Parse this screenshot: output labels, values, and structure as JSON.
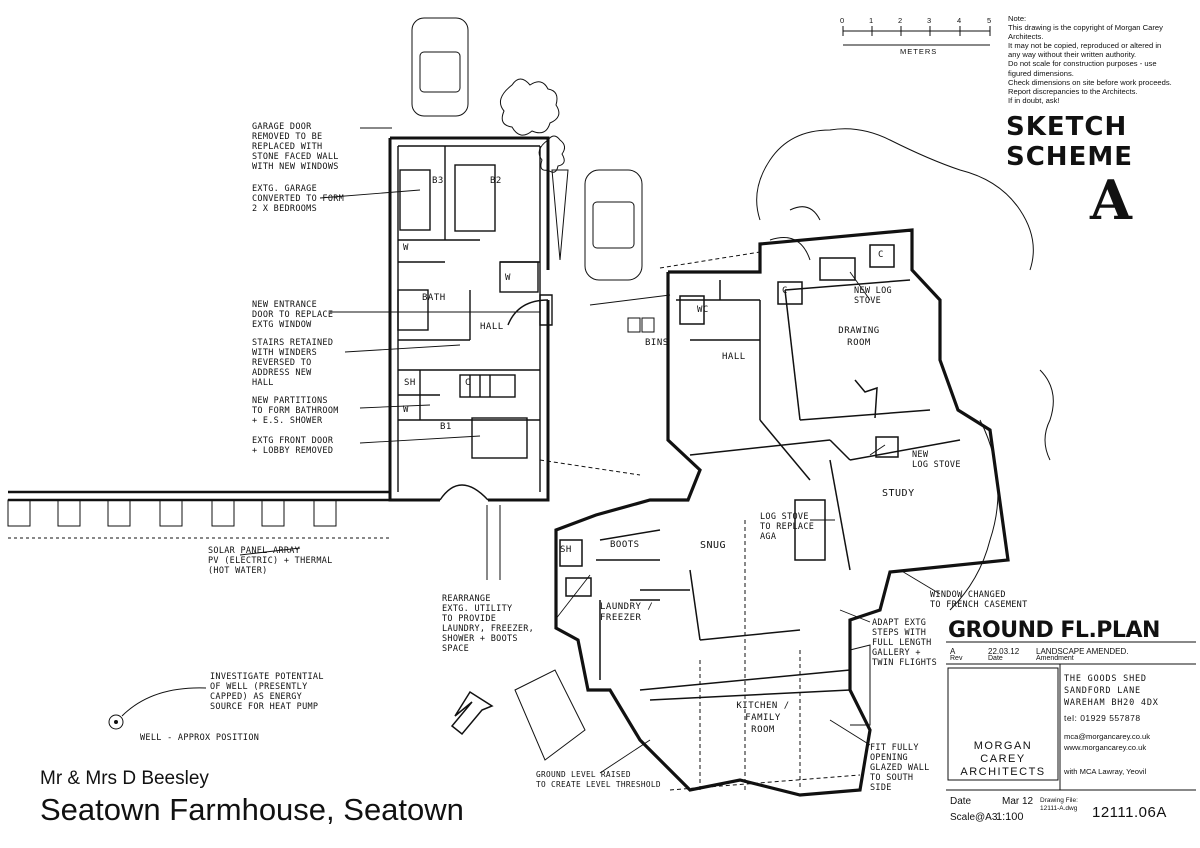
{
  "client": "Mr & Mrs D Beesley",
  "project": "Seatown Farmhouse, Seatown",
  "sheet_title": "GROUND FL.PLAN",
  "scheme_line1": "SKETCH",
  "scheme_line2": "SCHEME",
  "scheme_letter": "A",
  "scale_bar": {
    "ticks": [
      "0",
      "1",
      "2",
      "3",
      "4",
      "5"
    ],
    "unit": "METERS"
  },
  "copyright_note": [
    "Note:",
    "This drawing is the copyright of Morgan Carey",
    "Architects.",
    "It may not be copied, reproduced or altered in",
    "any way without their written authority.",
    "Do not scale for construction purposes - use",
    "figured dimensions.",
    "Check dimensions on site before work proceeds.",
    "Report discrepancies to the Architects.",
    "If in doubt, ask!"
  ],
  "revision": {
    "rev": "A",
    "date": "22.03.12",
    "amendment": "LANDSCAPE AMENDED.",
    "rev_label": "Rev",
    "date_label": "Date",
    "amendment_label": "Amendment"
  },
  "architect": {
    "name_lines": [
      "MORGAN",
      "CAREY",
      "ARCHITECTS"
    ],
    "address": [
      "THE GOODS SHED",
      "SANDFORD LANE",
      "WAREHAM BH20 4DX"
    ],
    "tel": "tel: 01929 557878",
    "email": "mca@morgancarey.co.uk",
    "web": "www.morgancarey.co.uk",
    "assoc": "with MCA Lawray, Yeovil"
  },
  "title_block": {
    "date_label": "Date",
    "date": "Mar 12",
    "scale_label": "Scale@A3",
    "scale": "1:100",
    "drawing_no": "12111.06A",
    "file_label": "Drawing File:",
    "file": "12111-A.dwg"
  },
  "rooms": {
    "b3": "B3",
    "b2": "B2",
    "b1": "B1",
    "w1": "W",
    "w2": "W",
    "w3": "W",
    "bath": "BATH",
    "hall_left": "HALL",
    "sh": "SH",
    "c_left": "C",
    "wc": "WC",
    "bins": "BINS",
    "hall": "HALL",
    "drawing_room": "DRAWING ROOM",
    "c1": "C",
    "c2": "C",
    "study": "STUDY",
    "snug": "SNUG",
    "sh2": "SH",
    "boots": "BOOTS",
    "laundry": "LAUNDRY / FREEZER",
    "kitchen": "KITCHEN / FAMILY ROOM"
  },
  "annotations": {
    "garage_door": [
      "GARAGE DOOR",
      "REMOVED TO BE",
      "REPLACED WITH",
      "STONE FACED WALL",
      "WITH NEW WINDOWS"
    ],
    "garage_conv": [
      "EXTG. GARAGE",
      "CONVERTED TO FORM",
      "2 X BEDROOMS"
    ],
    "entrance": [
      "NEW ENTRANCE",
      "DOOR TO REPLACE",
      "EXTG WINDOW"
    ],
    "stairs": [
      "STAIRS RETAINED",
      "WITH WINDERS",
      "REVERSED TO",
      "ADDRESS NEW",
      "HALL"
    ],
    "partitions": [
      "NEW PARTITIONS",
      "TO FORM BATHROOM",
      "+ E.S. SHOWER"
    ],
    "front_door": [
      "EXTG FRONT DOOR",
      "+ LOBBY REMOVED"
    ],
    "solar": [
      "SOLAR PANEL ARRAY",
      "PV (ELECTRIC) + THERMAL",
      "(HOT WATER)"
    ],
    "utility": [
      "REARRANGE",
      "EXTG. UTILITY",
      "TO PROVIDE",
      "LAUNDRY, FREEZER,",
      "SHOWER + BOOTS",
      "SPACE"
    ],
    "well": [
      "INVESTIGATE POTENTIAL",
      "OF WELL (PRESENTLY",
      "CAPPED) AS ENERGY",
      "SOURCE FOR HEAT PUMP"
    ],
    "well_pos": "WELL - APPROX POSITION",
    "new_log_stove_drawing": [
      "NEW LOG",
      "STOVE"
    ],
    "new_log_stove_study": [
      "NEW",
      "LOG STOVE"
    ],
    "log_stove_aga": [
      "LOG STOVE",
      "TO REPLACE",
      "AGA"
    ],
    "french": [
      "WINDOW CHANGED",
      "TO FRENCH CASEMENT"
    ],
    "steps": [
      "ADAPT EXTG",
      "STEPS WITH",
      "FULL LENGTH",
      "GALLERY +",
      "TWIN FLIGHTS"
    ],
    "glazed": [
      "FIT FULLY",
      "OPENING",
      "GLAZED WALL",
      "TO SOUTH",
      "SIDE"
    ],
    "ground_level": [
      "GROUND LEVEL RAISED",
      "TO CREATE LEVEL THRESHOLD"
    ]
  }
}
